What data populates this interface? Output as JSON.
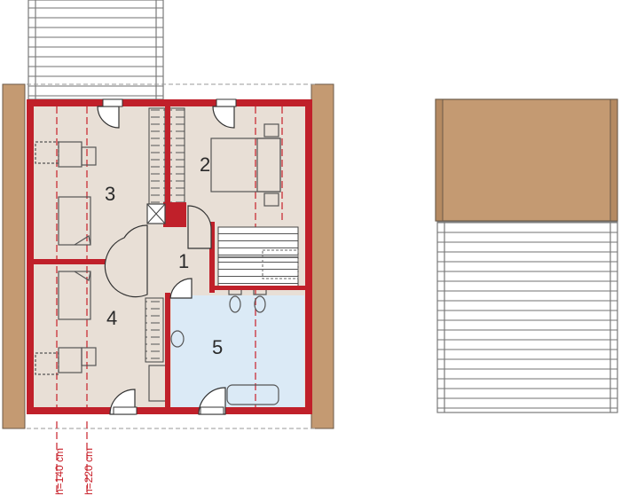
{
  "rooms": [
    {
      "number": "1"
    },
    {
      "number": "2"
    },
    {
      "number": "3"
    },
    {
      "number": "4"
    },
    {
      "number": "5"
    }
  ],
  "height_labels": [
    "h=140 cm",
    "h=220 cm"
  ],
  "colors": {
    "wall": "#c0202a",
    "floor": "#e8dfd6",
    "bathroom_floor": "#dbeaf6",
    "roof": "#c49a72",
    "pergola": "#7a7a7a",
    "height_line": "#c8202a"
  }
}
